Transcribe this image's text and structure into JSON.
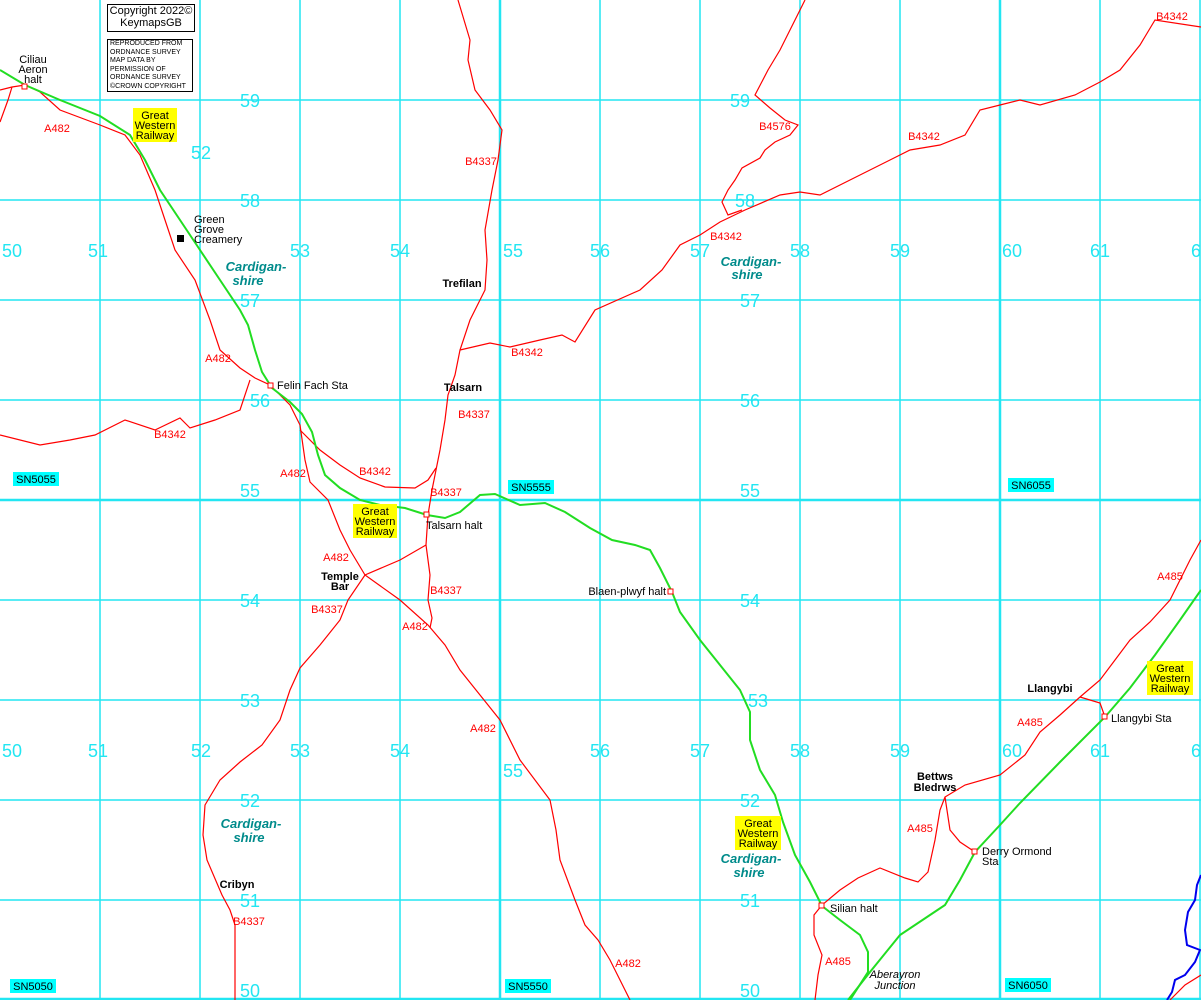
{
  "copyright": {
    "line1": "Copyright 2022©",
    "line2": "KeymapsGB"
  },
  "os_notice": [
    "REPRODUCED FROM",
    "ORDNANCE SURVEY",
    "MAP DATA BY",
    "PERMISSION OF",
    "ORDNANCE SURVEY",
    "©CROWN COPYRIGHT"
  ],
  "eastings_top": [
    "50",
    "51",
    "52",
    "53",
    "54",
    "55",
    "56",
    "57",
    "58",
    "59",
    "60",
    "61",
    "6"
  ],
  "eastings_bottom": [
    "50",
    "51",
    "52",
    "53",
    "54",
    "55",
    "56",
    "57",
    "58",
    "59",
    "60",
    "61",
    "6"
  ],
  "northings_left": [
    "59",
    "58",
    "57",
    "56",
    "55",
    "54",
    "53",
    "52",
    "51",
    "50"
  ],
  "northings_right": [
    "59",
    "58",
    "57",
    "56",
    "55",
    "54",
    "53",
    "52",
    "51",
    "50"
  ],
  "places": {
    "ciliau": [
      "Ciliau",
      "Aeron",
      "halt"
    ],
    "creamery": [
      "Green",
      "Grove",
      "Creamery"
    ],
    "felin_fach": "Felin Fach Sta",
    "trefilan": "Trefilan",
    "talsarn": "Talsarn",
    "talsarn_halt": "Talsarn halt",
    "temple_bar": [
      "Temple",
      "Bar"
    ],
    "blaen_plwyf": "Blaen-plwyf halt",
    "llangybi": "Llangybi",
    "llangybi_sta": "Llangybi Sta",
    "bettws": [
      "Bettws",
      "Bledrws"
    ],
    "derry": [
      "Derry Ormond",
      "Sta"
    ],
    "silian": "Silian halt",
    "cribyn": "Cribyn",
    "aberayron": [
      "Aberayron",
      "Junction"
    ]
  },
  "county": [
    "Cardigan-",
    "shire"
  ],
  "railway": [
    "Great",
    "Western",
    "Railway"
  ],
  "roads": {
    "a482": "A482",
    "b4342": "B4342",
    "b4337": "B4337",
    "b4576": "B4576",
    "a485": "A485"
  },
  "squares": [
    "SN5055",
    "SN5555",
    "SN6055",
    "SN5050",
    "SN5550",
    "SN6050"
  ],
  "colors": {
    "grid": "#22e6f2",
    "road": "#ff0000",
    "rail": "#22dd22",
    "river": "#0000ee",
    "county": "#008b8b",
    "railway_label_bg": "#ffff00"
  }
}
